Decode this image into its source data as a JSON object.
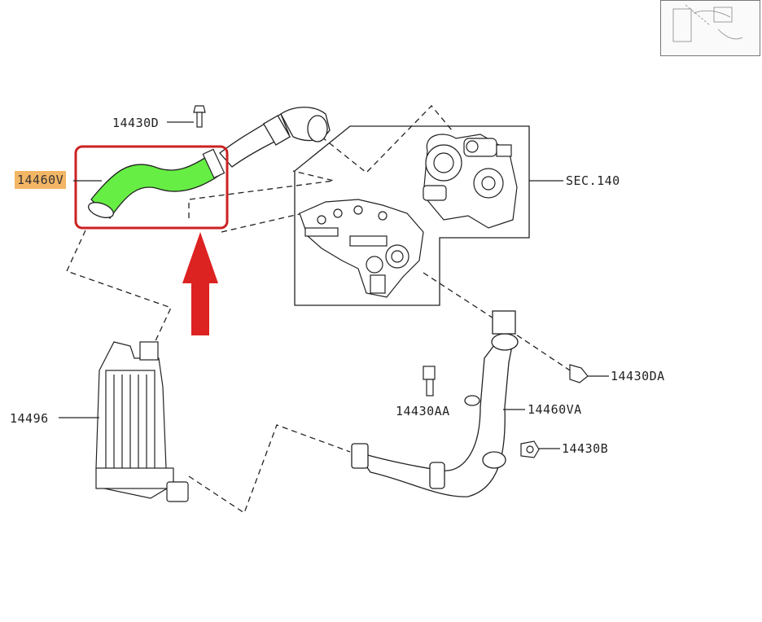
{
  "parts": {
    "p14430D": "14430D",
    "p14460V": "14460V",
    "sec140": "SEC.140",
    "p14430DA": "14430DA",
    "p14430AA": "14430AA",
    "p14460VA": "14460VA",
    "p14496": "14496",
    "p14430B": "14430B"
  },
  "highlight": {
    "hose_color": "#66ee44",
    "box_color": "#cc2222",
    "arrow_color": "#dd2222",
    "label_bg": "#f3b665"
  }
}
